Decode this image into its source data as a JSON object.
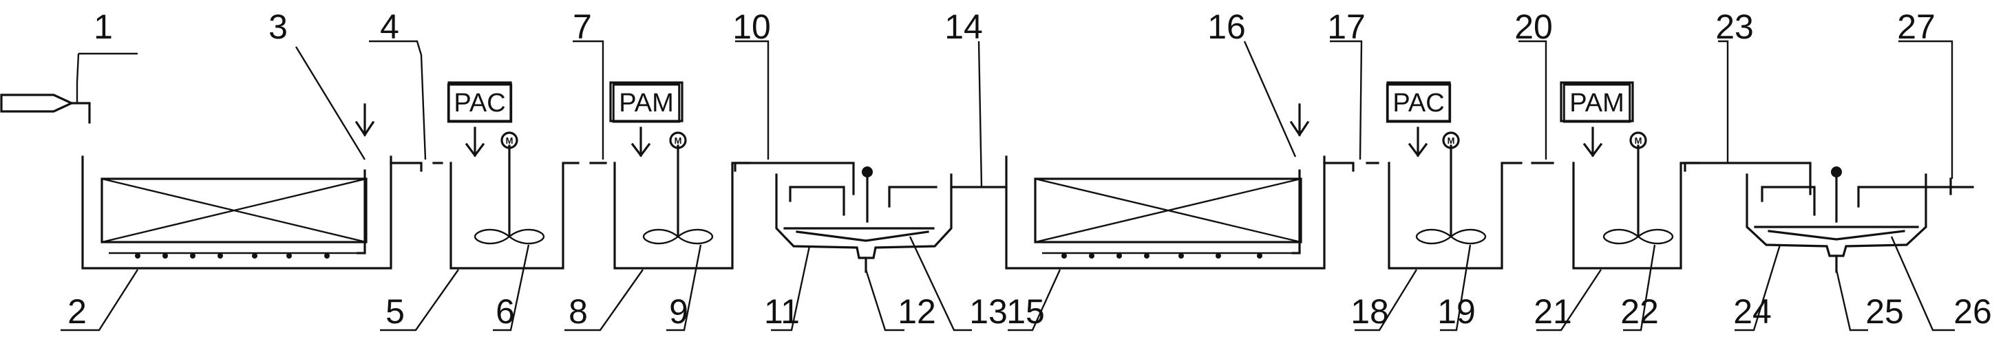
{
  "labels": [
    "1",
    "2",
    "3",
    "4",
    "5",
    "6",
    "7",
    "8",
    "9",
    "10",
    "11",
    "12",
    "13",
    "14",
    "15",
    "16",
    "17",
    "18",
    "19",
    "20",
    "21",
    "22",
    "23",
    "24",
    "25",
    "26",
    "27"
  ],
  "reagents": [
    "PAC",
    "PAM",
    "PAC",
    "PAM"
  ],
  "motor_mark": "M"
}
